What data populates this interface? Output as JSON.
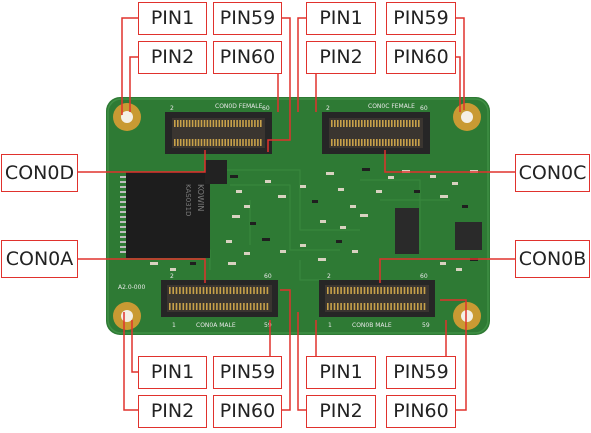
{
  "pin_labels": {
    "pin1": "PIN1",
    "pin2": "PIN2",
    "pin59": "PIN59",
    "pin60": "PIN60"
  },
  "connectors": {
    "con0d": "CON0D",
    "con0c": "CON0C",
    "con0a": "CON0A",
    "con0b": "CON0B"
  },
  "board": {
    "silkscreen": {
      "con0d_female": "CON0D FEMALE",
      "con0c_female": "CON0C FEMALE",
      "con0a_male": "CON0A MALE",
      "con0b_male": "CON0B MALE",
      "pin_2": "2",
      "pin_60": "60",
      "pin_1": "1",
      "pin_59": "59",
      "revision": "A2.0-000",
      "chip_brand": "KOWIN",
      "chip_part": "KAS031D"
    },
    "colors": {
      "pcb": "#2e7a34",
      "pad": "#c99a33",
      "connector": "#262626",
      "leader": "#e0322d"
    }
  }
}
